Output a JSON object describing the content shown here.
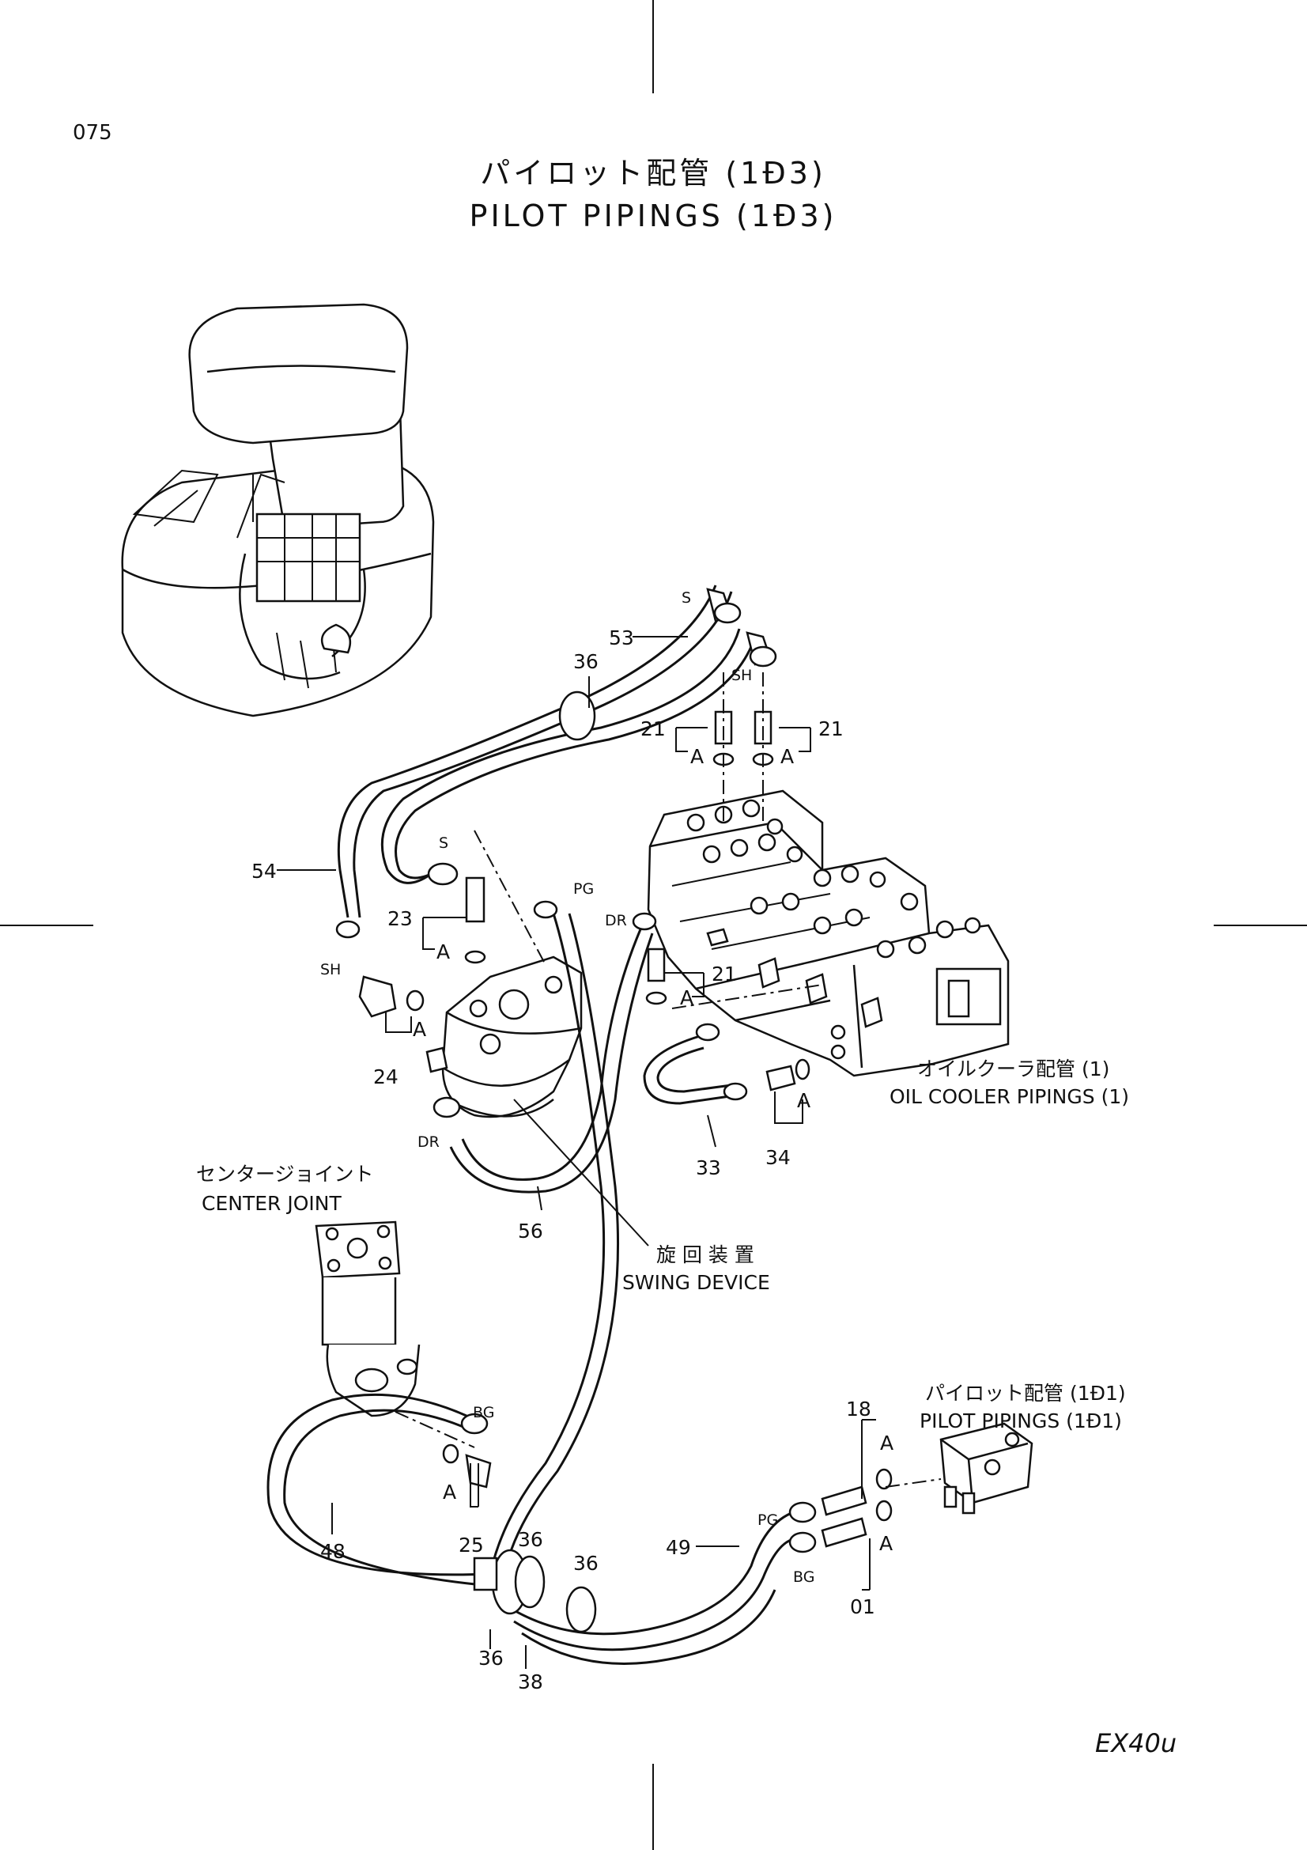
{
  "page_number": "075",
  "title_jp": "パイロット配管 (1Ð3)",
  "title_en": "PILOT PIPINGS (1Ð3)",
  "model": "EX40u",
  "callouts": {
    "c53": "53",
    "s_top": "S",
    "sh_top": "SH",
    "c36_top": "36",
    "c21_left": "21",
    "c21_right": "21",
    "a_left": "A",
    "a_right": "A",
    "c54": "54",
    "s_mid": "S",
    "c23": "23",
    "a_23": "A",
    "pg_mid": "PG",
    "dr_mid": "DR",
    "c21_low": "21",
    "a_21low": "A",
    "sh_left": "SH",
    "a_24": "A",
    "c24": "24",
    "dr_left": "DR",
    "a_34": "A",
    "c33": "33",
    "c34": "34",
    "c56": "56",
    "c18": "18",
    "a_18": "A",
    "bg_left": "BG",
    "a_25": "A",
    "c25": "25",
    "c36_a": "36",
    "c36_b": "36",
    "c49": "49",
    "pg_right": "PG",
    "bg_right": "BG",
    "a_01": "A",
    "c01": "01",
    "c48": "48",
    "c36_c": "36",
    "c38": "38"
  },
  "notes": {
    "oil_cooler_jp": "オイルクーラ配管 (1)",
    "oil_cooler_en": "OIL COOLER PIPINGS (1)",
    "center_joint_jp": "センタージョイント",
    "center_joint_en": "CENTER JOINT",
    "swing_device_jp": "旋 回 装 置",
    "swing_device_en": "SWING DEVICE",
    "pilot_ref_jp": "パイロット配管 (1Ð1)",
    "pilot_ref_en": "PILOT PIPINGS (1Ð1)"
  }
}
